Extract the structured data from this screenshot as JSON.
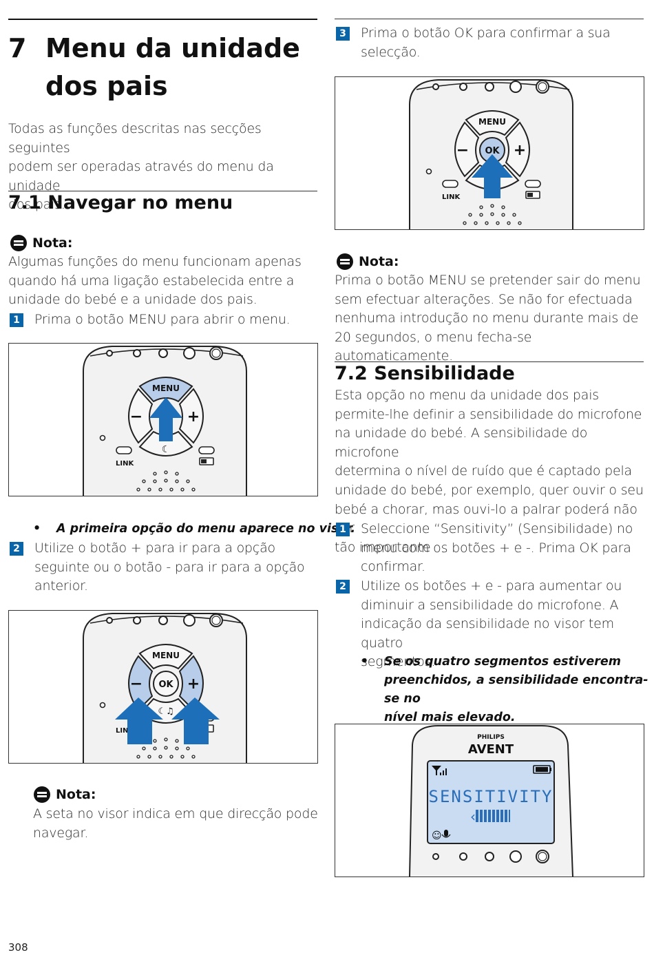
{
  "chapter": {
    "number": "7",
    "title_line1": "Menu da unidade",
    "title_line2": "dos pais"
  },
  "intro": [
    "Todas as funções descritas nas secções seguintes",
    "podem ser operadas através do menu da unidade",
    "dos pais."
  ],
  "section_1": {
    "heading": "7.1  Navegar no menu",
    "note1": {
      "label": "Nota:",
      "lines": [
        "Algumas funções do menu funcionam apenas",
        "quando há uma ligação estabelecida entre a",
        "unidade do bebé e a unidade dos pais."
      ]
    },
    "step1": {
      "badge": "1",
      "lines": [
        "Prima o botão MENU para abrir o menu."
      ]
    },
    "bullet1": "A primeira opção do menu aparece no visor.",
    "step2": {
      "badge": "2",
      "lines": [
        "Utilize o botão + para ir para a opção",
        "seguinte ou o botão - para ir para a opção",
        "anterior."
      ]
    },
    "note2": {
      "label": "Nota:",
      "lines": [
        "A seta no visor indica em que direcção pode",
        "navegar."
      ]
    },
    "step3": {
      "badge": "3",
      "lines": [
        "Prima o botão OK para confirmar a sua",
        "selecção."
      ]
    },
    "note3": {
      "label": "Nota:",
      "lines": [
        "Prima o botão MENU se pretender sair do menu",
        "sem efectuar alterações. Se não for efectuada",
        "nenhuma introdução no menu durante mais de",
        "20 segundos, o menu fecha-se automaticamente."
      ]
    }
  },
  "section_2": {
    "heading": "7.2  Sensibilidade",
    "intro": [
      "Esta opção no menu da unidade dos pais",
      "permite-lhe definir a sensibilidade do microfone",
      "na unidade do bebé. A sensibilidade do microfone",
      "determina o nível de ruído que é captado pela",
      "unidade do bebé, por exemplo, quer ouvir o seu",
      "bebé a chorar, mas ouvi-lo a palrar poderá não ser",
      "tão importante"
    ],
    "step1": {
      "badge": "1",
      "lines": [
        "Seleccione “Sensitivity” (Sensibilidade) no",
        "menu com os botões + e -. Prima OK para",
        "confirmar."
      ]
    },
    "step2": {
      "badge": "2",
      "lines": [
        "Utilize os botões + e - para aumentar ou",
        "diminuir a sensibilidade do microfone. A",
        "indicação da sensibilidade no visor tem quatro",
        "segmentos."
      ]
    },
    "bullet": [
      "Se os quatro segmentos estiverem",
      "preenchidos, a sensibilidade encontra-se no",
      "nível mais elevado."
    ]
  },
  "device": {
    "menu_label": "MENU",
    "ok_label": "OK",
    "plus": "+",
    "minus": "−",
    "link_label": "LINK",
    "brand_top": "PHILIPS",
    "brand_bottom": "AVENT",
    "screen_text": "SENSITIVITY",
    "colors": {
      "button_fill": "#b7cde9",
      "arrow": "#1c6fb8",
      "screen": "#c9dcf2",
      "screen_text": "#2a6db8"
    }
  },
  "page_number": "308"
}
